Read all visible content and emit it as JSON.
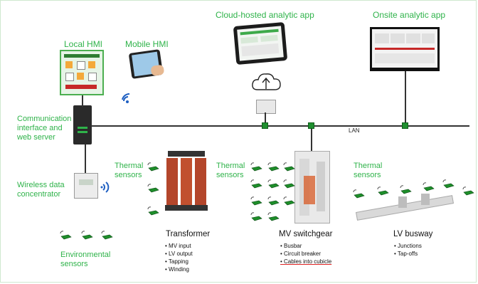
{
  "labels": {
    "local_hmi": "Local  HMI",
    "mobile_hmi": "Mobile HMI",
    "cloud_app": "Cloud-hosted analytic app",
    "onsite_app": "Onsite analytic app",
    "comm": "Communication\ninterface and\nweb server",
    "lan": "LAN",
    "wireless": "Wireless data\nconcentrator",
    "env": "Environmental\nsensors",
    "thermal_1": "Thermal\nsensors",
    "thermal_2": "Thermal\nsensors",
    "thermal_3": "Thermal\nsensors"
  },
  "blocks": {
    "transformer": {
      "title": "Transformer",
      "items": [
        "MV input",
        "LV output",
        "Tapping",
        "Winding"
      ]
    },
    "mv_switchgear": {
      "title": "MV switchgear",
      "items": [
        "Busbar",
        "Circuit breaker",
        "Cables into cubicle"
      ]
    },
    "lv_busway": {
      "title": "LV busway",
      "items": [
        "Junctions",
        "Tap-offs"
      ]
    }
  },
  "colors": {
    "label_green": "#2fb34a",
    "node_green": "#1f8f2f",
    "sensor_green": "#1e8e2a"
  }
}
